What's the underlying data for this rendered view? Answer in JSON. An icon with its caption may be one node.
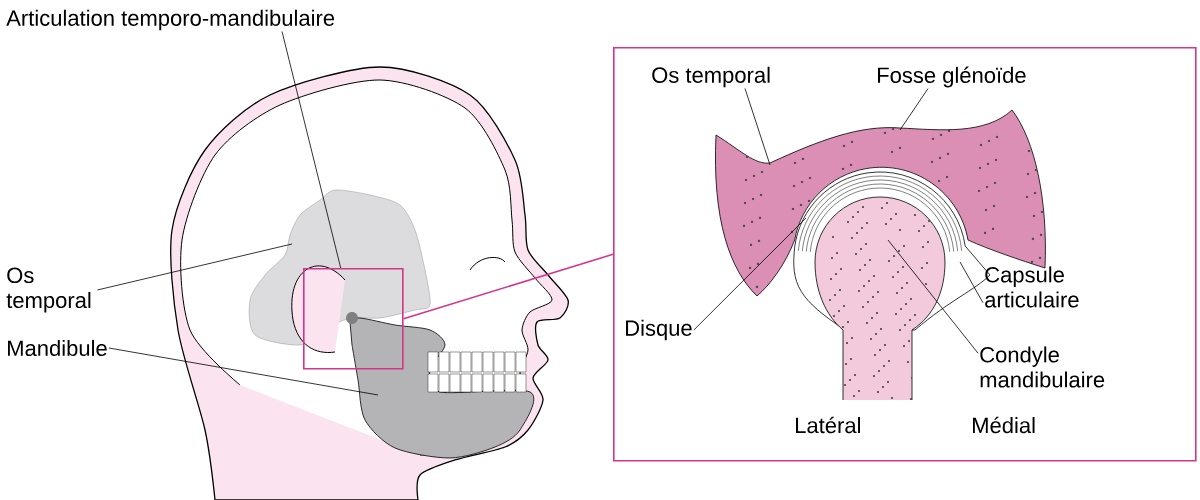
{
  "diagram": {
    "nodes": [
      {
        "text": [
          "Articulation temporo-mandibulaire"
        ]
      },
      {
        "text": [
          "Os temporal"
        ]
      },
      {
        "text": [
          "Mandibule"
        ]
      },
      {
        "text": [],
        "shape": "box"
      },
      {
        "text": [],
        "shape": "box"
      },
      {
        "text": [
          "Os temporal"
        ],
        "in": 4
      },
      {
        "text": [
          "Fosse glénoïde"
        ],
        "in": 4
      },
      {
        "text": [
          "Disque"
        ],
        "in": 4
      },
      {
        "text": [
          "Capsule articulaire"
        ],
        "in": 4
      },
      {
        "text": [
          "Condyle mandibulaire"
        ],
        "in": 4
      }
    ],
    "edges": [
      {
        "from": 0,
        "to": 3,
        "arrow": "none"
      },
      {
        "from": 1,
        "to": null,
        "arrow": "none"
      },
      {
        "from": 2,
        "to": null,
        "arrow": "none"
      },
      {
        "from": 3,
        "to": 4,
        "arrow": "none",
        "color": "#d6338a"
      },
      {
        "from": 5,
        "to": null,
        "arrow": "none"
      },
      {
        "from": 6,
        "to": null,
        "arrow": "none"
      },
      {
        "from": 7,
        "to": null,
        "arrow": "none"
      },
      {
        "from": 8,
        "to": null,
        "arrow": "none"
      },
      {
        "from": 9,
        "to": null,
        "arrow": "none"
      }
    ],
    "labels": [
      "Latéral",
      "Médial"
    ]
  }
}
